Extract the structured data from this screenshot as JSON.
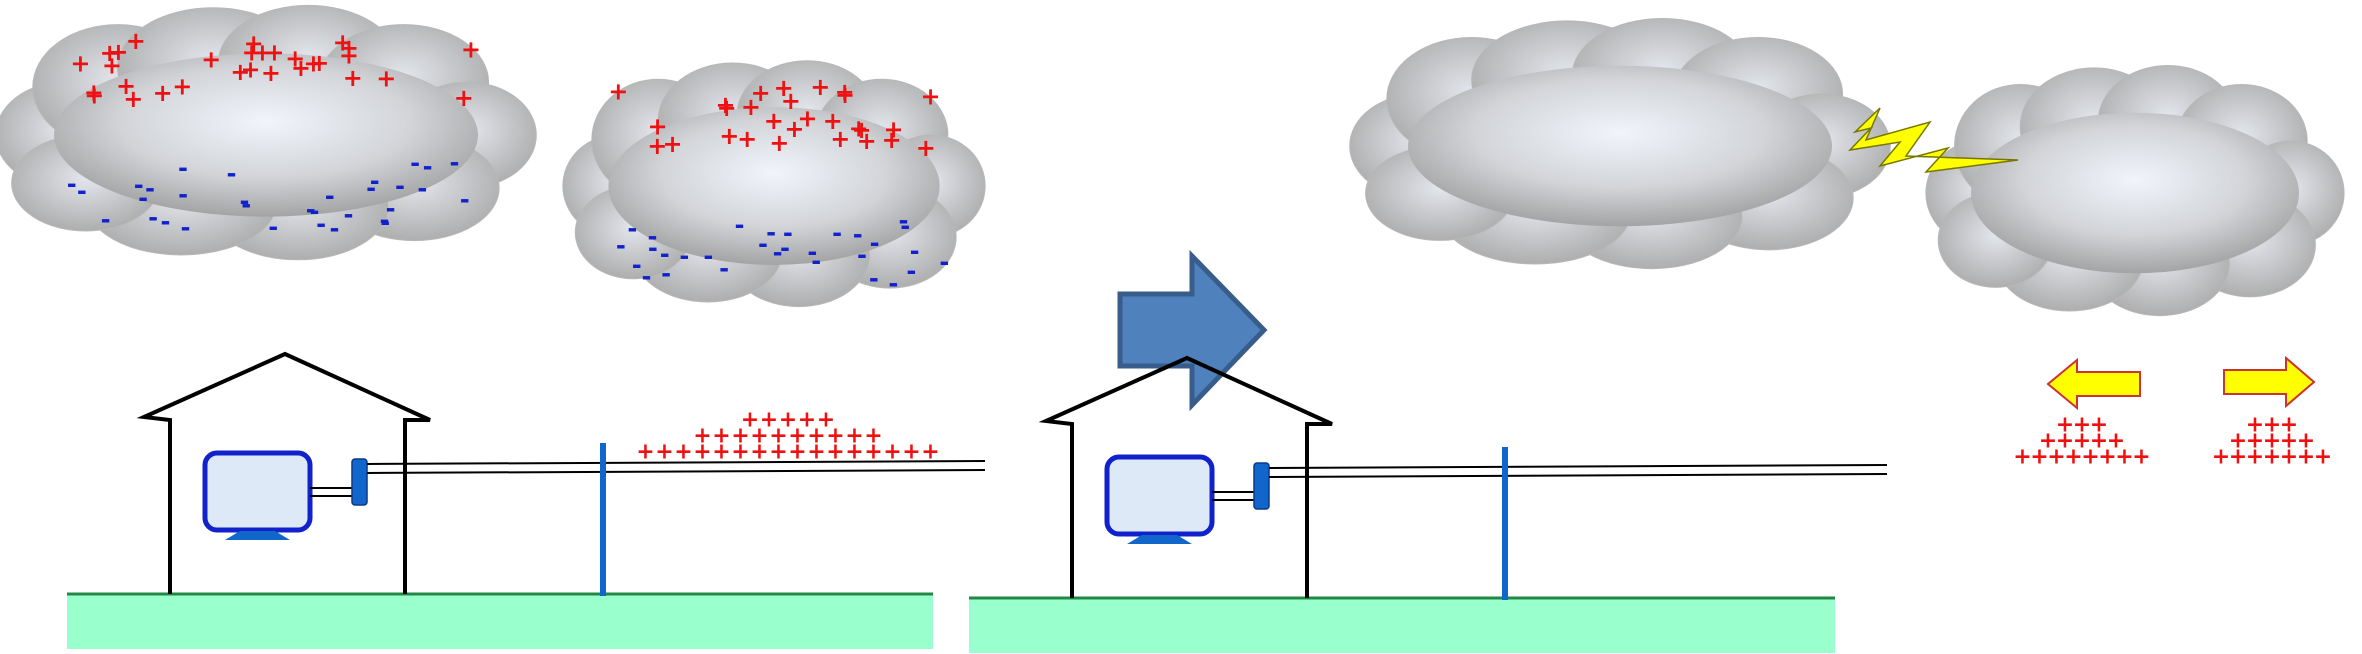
{
  "colors": {
    "positive": "#ee1111",
    "negative": "#1122cc",
    "ground": "#99ffcc",
    "ground_edge": "#228844",
    "monitor_fill": "#dde9f7",
    "monitor_edge": "#1122cc",
    "pole": "#1166cc",
    "transition_arrow": "#4f81bd",
    "transition_arrow_edge": "#385d8a",
    "lightning": "#ffff00",
    "motion_arrow": "#ffff00",
    "motion_arrow_edge": "#cc3333"
  },
  "symbols": {
    "positive": "+",
    "negative": "-"
  },
  "icons": {
    "transition": "right-arrow-icon",
    "lightning": "lightning-bolt-icon",
    "computer": "monitor-icon",
    "outlet": "wall-outlet-icon",
    "surge_left": "left-arrow-icon",
    "surge_right": "right-arrow-icon"
  },
  "panels": [
    {
      "id": "before",
      "clouds": [
        {
          "id": "cloud-1",
          "positive_charges": 30,
          "negative_charges": 32
        },
        {
          "id": "cloud-2",
          "positive_charges": 28,
          "negative_charges": 30
        }
      ],
      "line_charge_rows": [
        5,
        10,
        16
      ],
      "lightning": false
    },
    {
      "id": "after",
      "clouds": [
        {
          "id": "cloud-1",
          "positive_charges": 0,
          "negative_charges": 0
        },
        {
          "id": "cloud-2",
          "positive_charges": 0,
          "negative_charges": 0
        }
      ],
      "line_charge_groups": [
        {
          "direction": "left",
          "rows": [
            3,
            5,
            8
          ]
        },
        {
          "direction": "right",
          "rows": [
            3,
            5,
            7
          ]
        }
      ],
      "lightning": true
    }
  ]
}
